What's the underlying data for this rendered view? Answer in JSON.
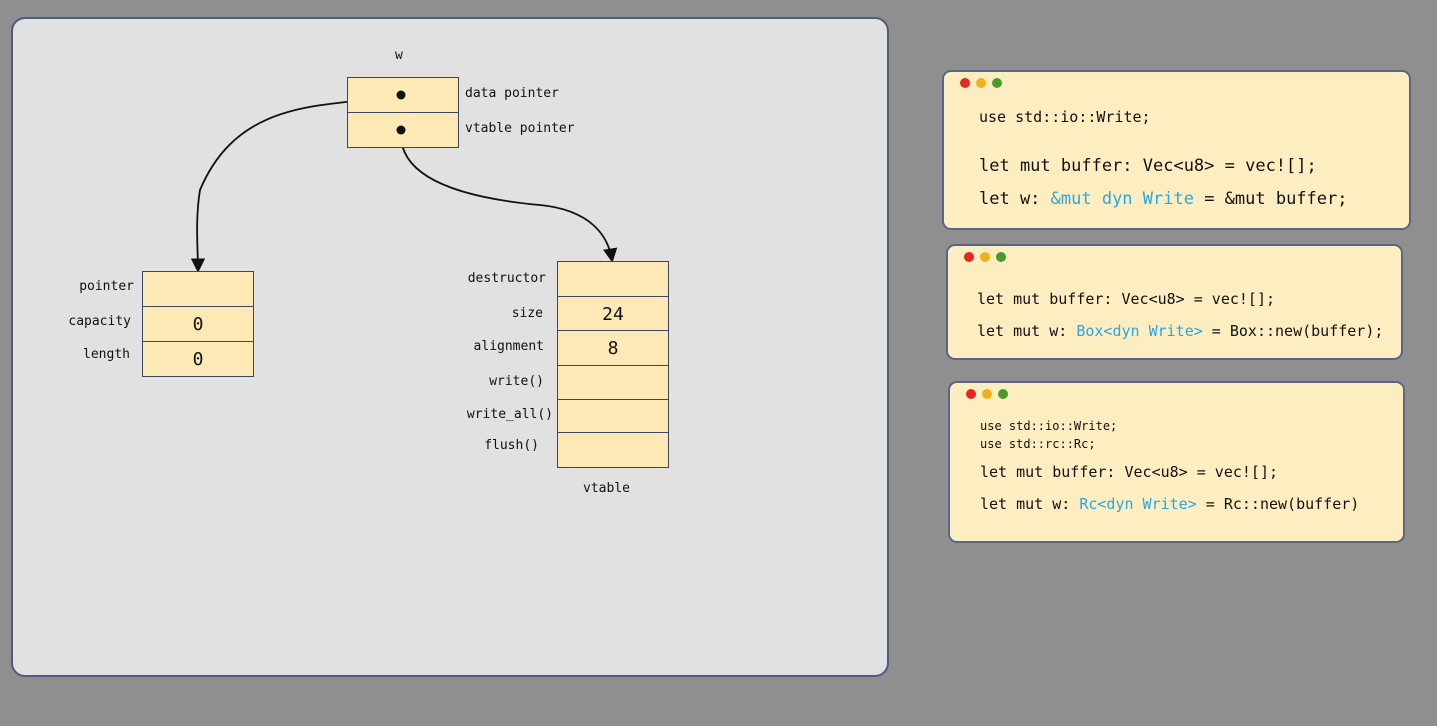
{
  "diagram": {
    "w_label": "w",
    "w_rows": [
      "data pointer",
      "vtable pointer"
    ],
    "buffer_rows": [
      {
        "label": "pointer",
        "value": ""
      },
      {
        "label": "capacity",
        "value": "0"
      },
      {
        "label": "length",
        "value": "0"
      }
    ],
    "vtable_rows": [
      {
        "label": "destructor",
        "value": ""
      },
      {
        "label": "size",
        "value": "24"
      },
      {
        "label": "alignment",
        "value": "8"
      },
      {
        "label": "write()",
        "value": ""
      },
      {
        "label": "write_all()",
        "value": ""
      },
      {
        "label": "flush()",
        "value": ""
      }
    ],
    "vtable_label": "vtable"
  },
  "colors": {
    "red": "#e8281e",
    "yellow": "#f3b01c",
    "green": "#4a9a2c",
    "highlight": "#2aa6e0"
  },
  "cards": [
    {
      "lines": [
        {
          "pre": "use std::io::Write;",
          "hl": "",
          "post": ""
        },
        {
          "pre": "let mut buffer: Vec<u8> = vec![];",
          "hl": "",
          "post": ""
        },
        {
          "pre": "let w: ",
          "hl": "&mut dyn Write",
          "post": " = &mut buffer;"
        }
      ]
    },
    {
      "lines": [
        {
          "pre": "let mut buffer: Vec<u8> = vec![];",
          "hl": "",
          "post": ""
        },
        {
          "pre": "let mut w: ",
          "hl": "Box<dyn Write>",
          "post": " = Box::new(buffer);"
        }
      ]
    },
    {
      "lines": [
        {
          "pre": "use std::io::Write;",
          "hl": "",
          "post": ""
        },
        {
          "pre": "use std::rc::Rc;",
          "hl": "",
          "post": ""
        },
        {
          "pre": "let mut buffer: Vec<u8> = vec![];",
          "hl": "",
          "post": ""
        },
        {
          "pre": "let mut w: ",
          "hl": "Rc<dyn Write>",
          "post": " = Rc::new(buffer)"
        }
      ]
    }
  ]
}
